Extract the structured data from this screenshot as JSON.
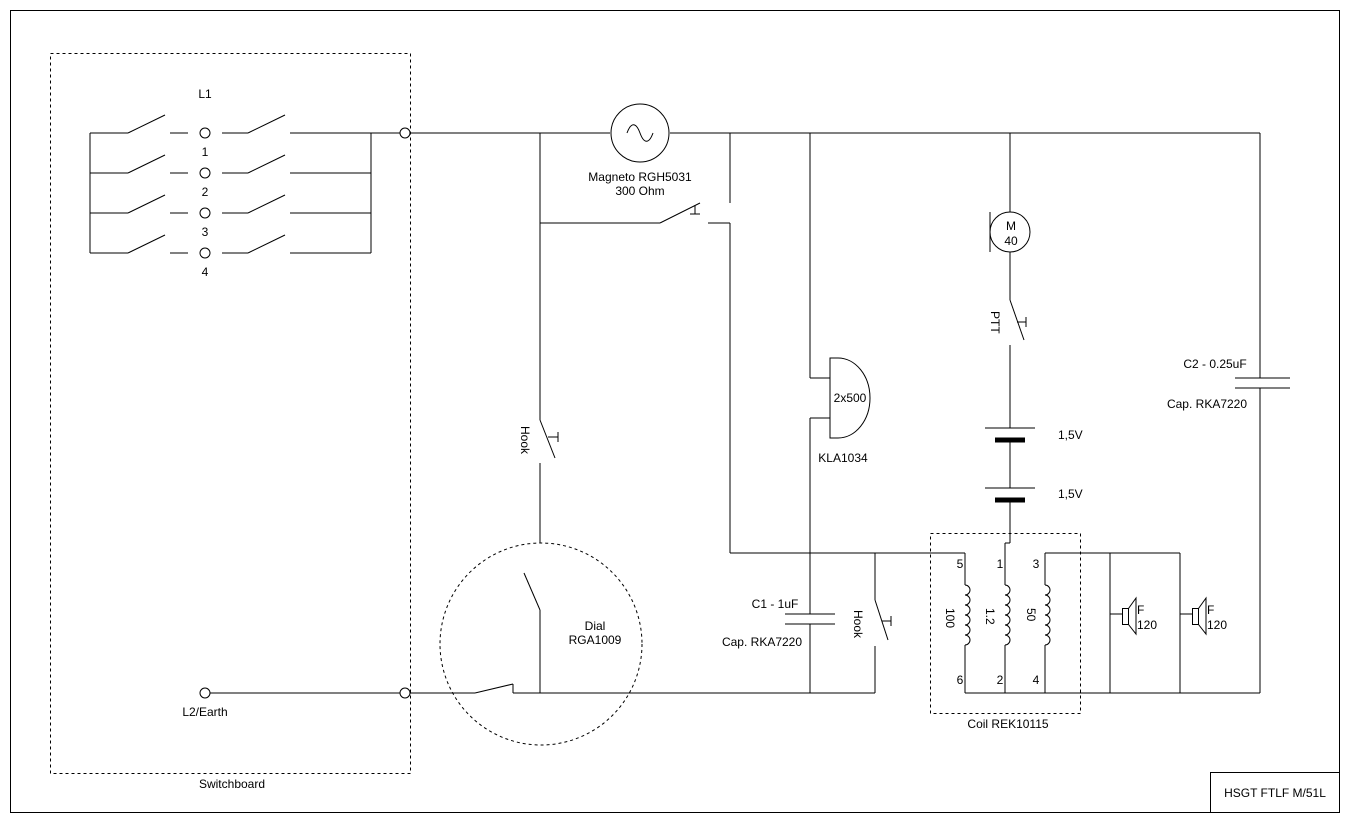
{
  "switchboard": {
    "label": "Switchboard",
    "l1_label": "L1",
    "line_numbers": [
      "1",
      "2",
      "3",
      "4"
    ],
    "l2_label": "L2/Earth"
  },
  "magneto": {
    "label1": "Magneto RGH5031",
    "label2": "300 Ohm"
  },
  "hook_switch_left": {
    "label": "Hook"
  },
  "hook_switch_right": {
    "label": "Hook"
  },
  "dial": {
    "label1": "Dial",
    "label2": "RGA1009"
  },
  "bell": {
    "value": "2x500",
    "label": "KLA1034"
  },
  "capacitor_c1": {
    "label1": "C1 - 1uF",
    "label2": "Cap. RKA7220"
  },
  "microphone": {
    "letter": "M",
    "value": "40"
  },
  "ptt": {
    "label": "PTT"
  },
  "batteries": [
    "1,5V",
    "1,5V"
  ],
  "capacitor_c2": {
    "label1": "C2 - 0.25uF",
    "label2": "Cap. RKA7220"
  },
  "coil": {
    "label": "Coil REK10115",
    "top_pins": [
      "5",
      "1",
      "3"
    ],
    "bottom_pins": [
      "6",
      "2",
      "4"
    ],
    "windings": [
      "100",
      "1.2",
      "50"
    ]
  },
  "speakers": [
    {
      "letter": "F",
      "value": "120"
    },
    {
      "letter": "F",
      "value": "120"
    }
  ],
  "title_block": {
    "text": "HSGT FTLF M/51L"
  }
}
